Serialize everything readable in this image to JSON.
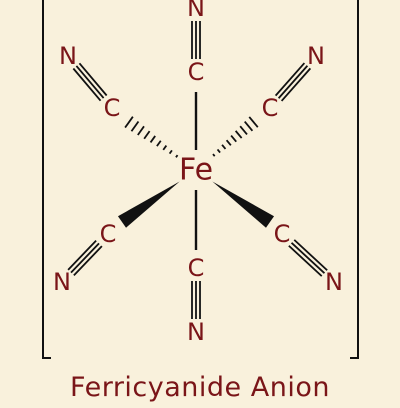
{
  "colors": {
    "background": "#f9f1dc",
    "atom": "#7a1518",
    "bond": "#111111"
  },
  "molecule": {
    "center": "Fe",
    "ligands": [
      {
        "direction": "up",
        "bond_style": "plain",
        "carbon": "C",
        "nitrogen": "N"
      },
      {
        "direction": "upper-left",
        "bond_style": "hashed",
        "carbon": "C",
        "nitrogen": "N"
      },
      {
        "direction": "upper-right",
        "bond_style": "hashed",
        "carbon": "C",
        "nitrogen": "N"
      },
      {
        "direction": "lower-left",
        "bond_style": "wedge",
        "carbon": "C",
        "nitrogen": "N"
      },
      {
        "direction": "lower-right",
        "bond_style": "wedge",
        "carbon": "C",
        "nitrogen": "N"
      },
      {
        "direction": "down",
        "bond_style": "plain",
        "carbon": "C",
        "nitrogen": "N"
      }
    ],
    "cn_bond": "triple"
  },
  "caption": "Ferricyanide Anion"
}
